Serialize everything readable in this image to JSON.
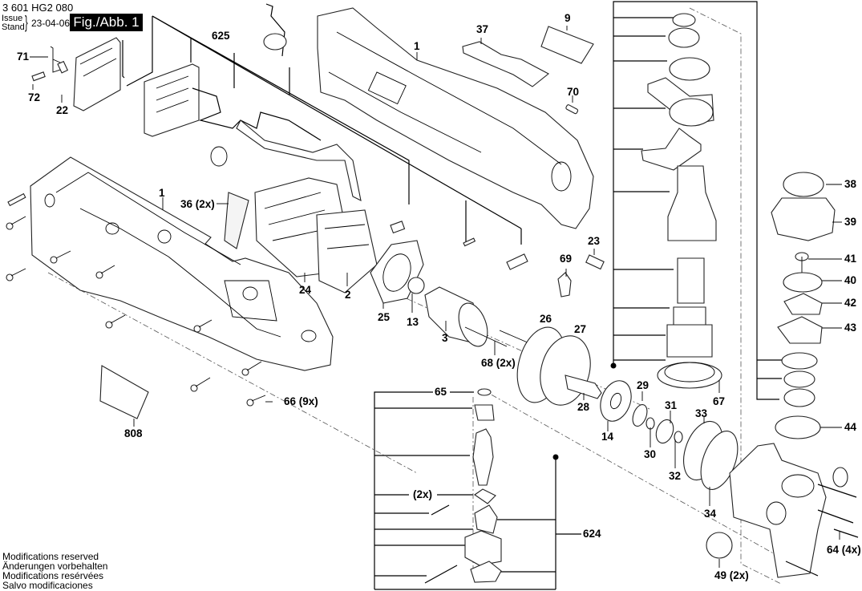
{
  "header": {
    "part_number": "3 601 HG2 080",
    "issue_label_en": "Issue",
    "issue_label_de": "Stand",
    "issue_date": "23-04-06",
    "figure_label": "Fig./Abb. 1"
  },
  "footer": {
    "notes": [
      "Modifications reserved",
      "Änderungen vorbehalten",
      "Modifications resérvées",
      "Salvo modificaciones"
    ]
  },
  "diagram": {
    "type": "exploded-parts-view",
    "labels": {
      "p71": "71",
      "p72": "72",
      "p22": "22",
      "p625": "625",
      "p1_top": "1",
      "p37": "37",
      "p9": "9",
      "p70": "70",
      "p1_left": "1",
      "p36": "36 (2x)",
      "p24": "24",
      "p2": "2",
      "p25": "25",
      "p13": "13",
      "p3": "3",
      "p68": "68 (2x)",
      "p26": "26",
      "p27": "27",
      "p69": "69",
      "p23": "23",
      "p28": "28",
      "p29": "29",
      "p14": "14",
      "p30": "30",
      "p31": "31",
      "p32": "32",
      "p33": "33",
      "p34": "34",
      "p67": "67",
      "p66": "66 (9x)",
      "p808": "808",
      "p65": "65",
      "p2x": "(2x)",
      "p624": "624",
      "p38": "38",
      "p39": "39",
      "p41": "41",
      "p40": "40",
      "p42": "42",
      "p43": "43",
      "p44": "44",
      "p64": "64 (4x)",
      "p49": "49 (2x)"
    }
  }
}
